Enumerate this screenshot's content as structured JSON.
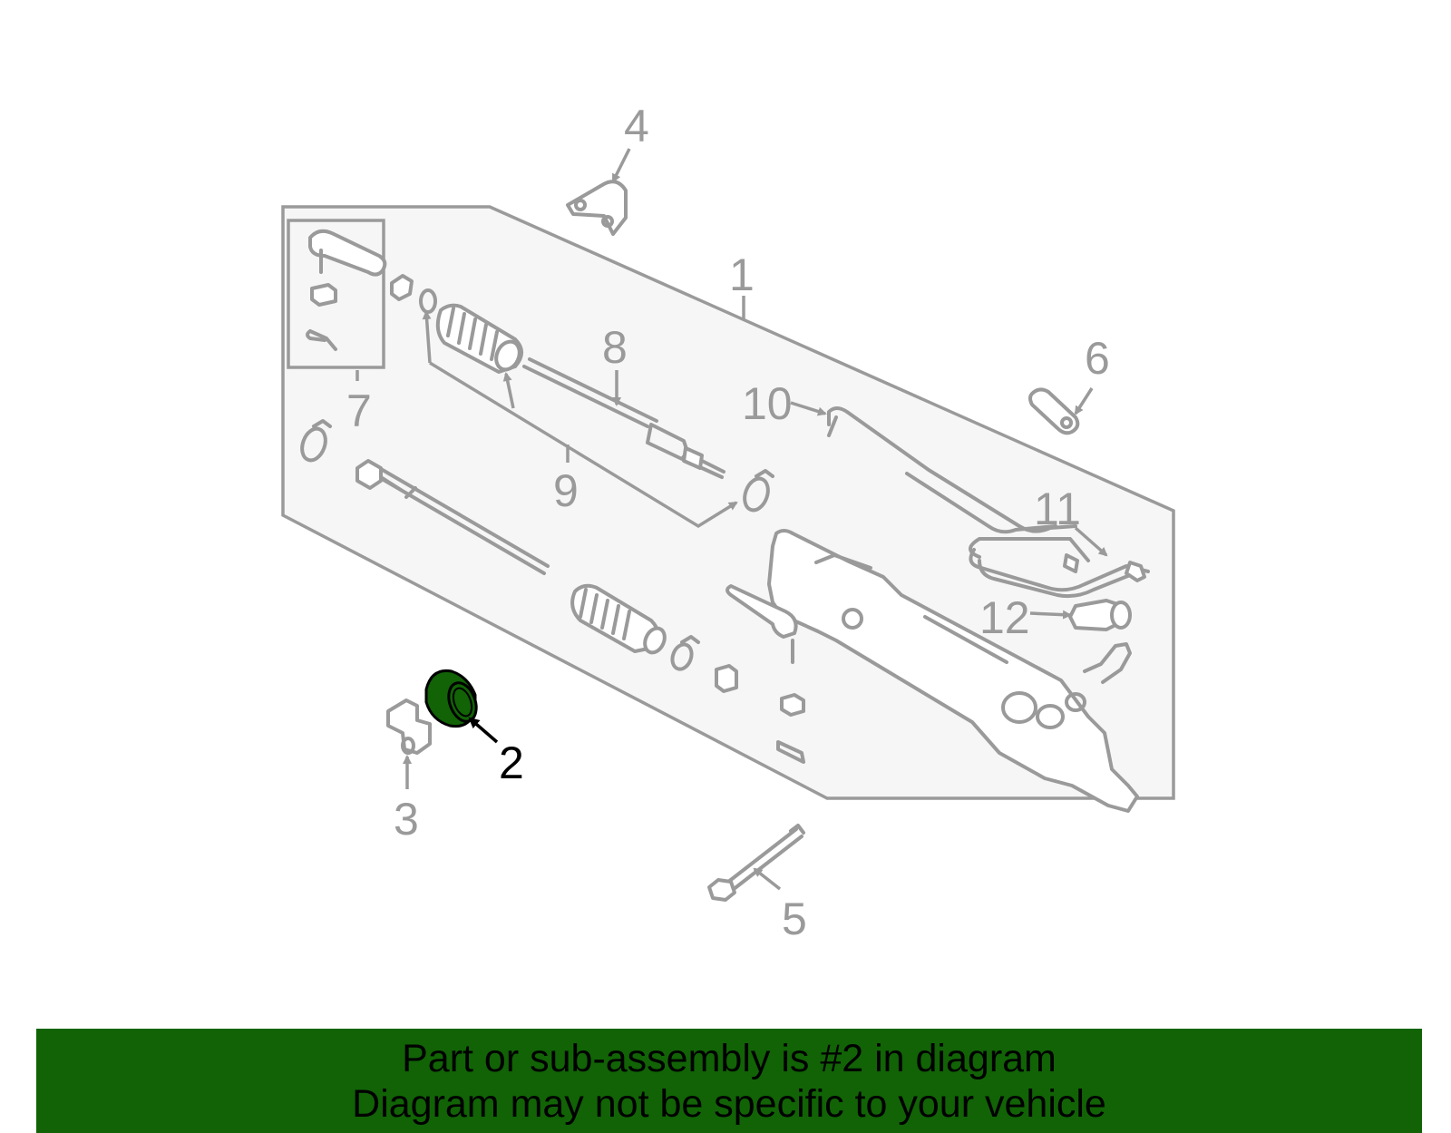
{
  "diagram": {
    "callouts": [
      "1",
      "2",
      "3",
      "4",
      "5",
      "6",
      "7",
      "8",
      "9",
      "10",
      "11",
      "12"
    ],
    "highlighted_part": "2",
    "highlight_color": "#116306",
    "line_color": "#9a9a9a",
    "panel_color": "#f6f6f6"
  },
  "banner": {
    "line1": "Part or sub-assembly is #2 in diagram",
    "line2": "Diagram may not be specific to your vehicle",
    "background": "#116306"
  }
}
